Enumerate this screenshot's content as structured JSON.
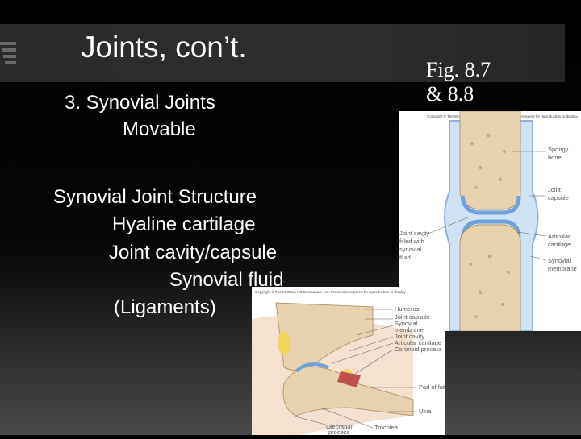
{
  "slide": {
    "title": "Joints, con’t.",
    "figure_ref": [
      "Fig. 8.7",
      "& 8.8"
    ],
    "lines": [
      "3. Synovial Joints",
      "Movable",
      "Synovial Joint Structure",
      "Hyaline cartilage",
      "Joint cavity/capsule",
      "Synovial fluid",
      "(Ligaments)"
    ]
  },
  "figure1": {
    "copyright": "Copyright © The McGraw-Hill Companies, Inc. Permission required for reproduction or display.",
    "labels_right": [
      "Spongy",
      "bone",
      "Joint",
      "capsule",
      "Articular",
      "cartilage",
      "Synovial",
      "membrane"
    ],
    "labels_left": [
      "Joint cavity",
      "filled with",
      "synovial",
      "fluid"
    ]
  },
  "figure2": {
    "copyright": "Copyright © The McGraw-Hill Companies, Inc. Permission required for reproduction or display.",
    "labels_right": [
      "Humerus",
      "Joint capsule",
      "Synovial",
      "membrane",
      "Joint cavity",
      "Articular cartilage",
      "Coronoid process",
      "Pad of fat",
      "Ulna",
      "Trochlea"
    ],
    "labels_bottom": [
      "Olecranon",
      "process"
    ]
  },
  "colors": {
    "background": "#000000",
    "title_bar": "#2b2b2b",
    "bone": "#e8d2b0",
    "cartilage": "#cfe3f5",
    "capsule": "#6fa0d8"
  }
}
